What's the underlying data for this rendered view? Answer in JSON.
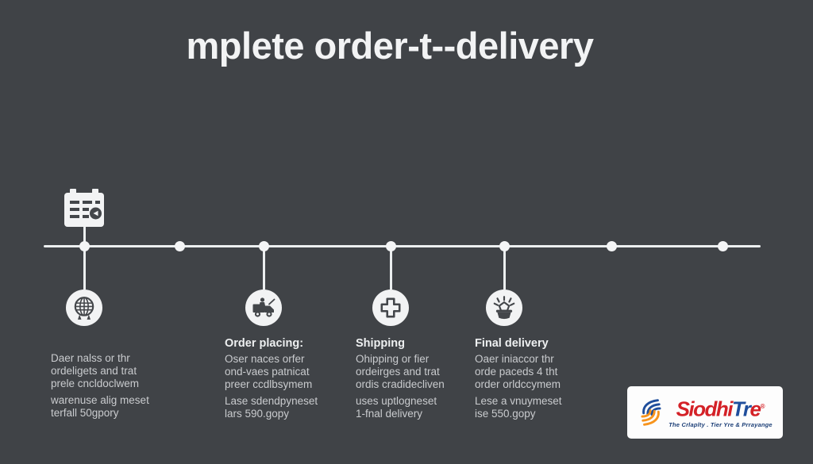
{
  "title": "mplete order-t--delivery",
  "columns": [
    {
      "lines1": [
        "Daer nalss or thr",
        "ordeligets and trat",
        "prele cncldoclwem"
      ],
      "lines2": [
        "warenuse alig meset",
        "terfall 50gpory"
      ]
    },
    {
      "heading": "Order placing:",
      "lines1": [
        "Oser naces orfer",
        "ond-vaes patnicat",
        "preer ccdlbsymem"
      ],
      "lines2": [
        "Lase sdendpyneset",
        "lars 590.gopy"
      ]
    },
    {
      "heading": "Shipping",
      "lines1": [
        "Ohipping or fier",
        "ordeirges and trat",
        "ordis cradidecliven"
      ],
      "lines2": [
        "uses uptlogneset",
        "1-fnal delivery"
      ]
    },
    {
      "heading": "Final delivery",
      "lines1": [
        "Oaer iniaccor thr",
        "orde paceds 4 tht",
        "order orldccymem"
      ],
      "lines2": [
        "Lese a vnuymeset",
        "ise 550.gopy"
      ]
    }
  ],
  "icons": [
    "calendar-icon",
    "globe-icon",
    "truck-icon",
    "plus-icon",
    "basket-icon"
  ],
  "logo": {
    "brand_part1": "Siodhi",
    "brand_part2": "Tr",
    "brand_part3": "e",
    "registered": "®",
    "tagline": "The Crlaplty . Tier Yre & Prrayange"
  },
  "colors": {
    "background": "#404347",
    "foreground": "#f2f3f4",
    "body_text": "#c9cbce",
    "logo_red": "#d42127",
    "logo_blue": "#1f4e9c",
    "tagline_navy": "#1c3f77"
  }
}
